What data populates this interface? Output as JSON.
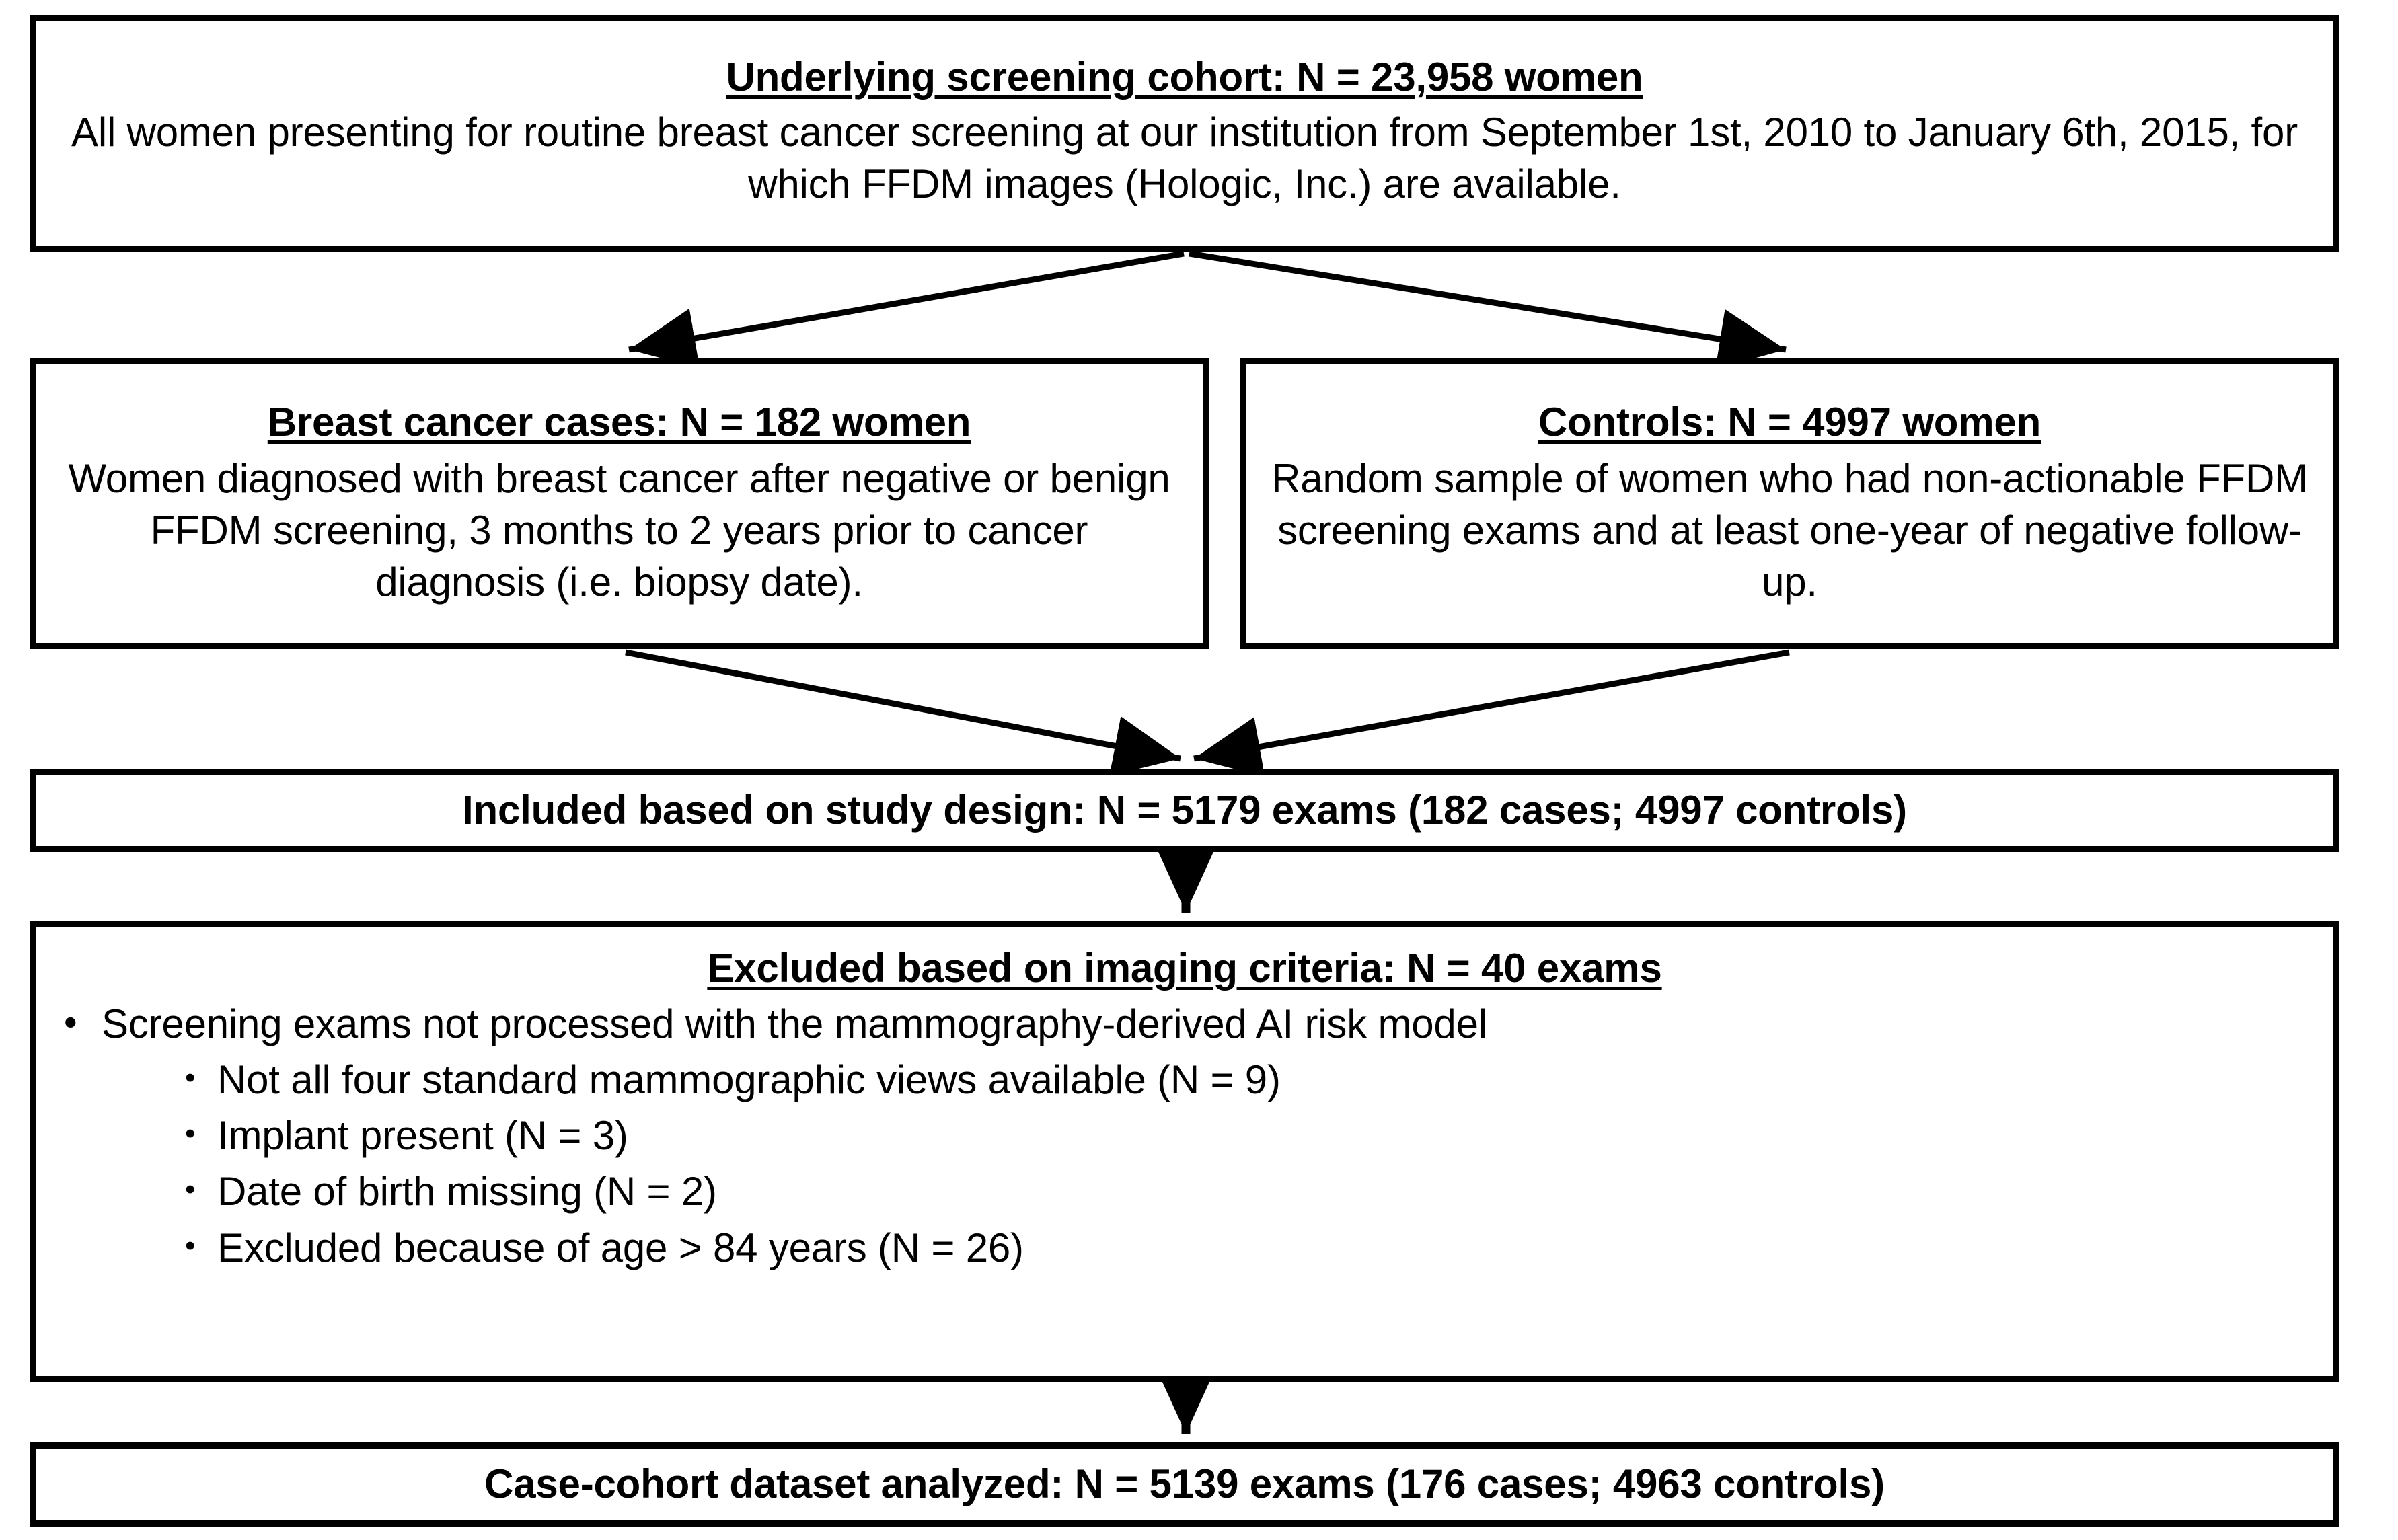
{
  "diagram": {
    "type": "flowchart",
    "orientation": "top-down",
    "nodes": [
      {
        "id": "underlying-cohort",
        "title": "Underlying screening cohort: N = 23,958 women",
        "title_underlined": true,
        "body": "All women presenting for routine breast cancer screening at our institution from September 1st, 2010 to January 6th, 2015, for which FFDM images (Hologic, Inc.) are available."
      },
      {
        "id": "breast-cancer-cases",
        "title": "Breast cancer cases: N = 182 women",
        "title_underlined": true,
        "body": "Women diagnosed with breast cancer after negative or benign FFDM screening, 3 months to 2 years prior to cancer diagnosis (i.e. biopsy date)."
      },
      {
        "id": "controls",
        "title": "Controls: N = 4997 women",
        "title_underlined": true,
        "body": "Random sample of women who had non-actionable FFDM screening exams and at least one-year of negative follow-up."
      },
      {
        "id": "included-study-design",
        "title": "Included based on study design: N = 5179 exams (182 cases; 4997 controls)",
        "title_underlined": false,
        "body": ""
      },
      {
        "id": "excluded-imaging-criteria",
        "title": "Excluded based on imaging criteria: N = 40 exams",
        "title_underlined": true,
        "bullets": [
          {
            "level": 1,
            "marker": "•",
            "text": "Screening exams not processed with the mammography-derived AI risk model"
          },
          {
            "level": 2,
            "marker": "•",
            "text": "Not all four standard mammographic views available (N = 9)"
          },
          {
            "level": 2,
            "marker": "•",
            "text": "Implant present (N = 3)"
          },
          {
            "level": 2,
            "marker": "•",
            "text": "Date of birth missing (N = 2)"
          },
          {
            "level": 2,
            "marker": "•",
            "text": "Excluded because of age > 84 years (N = 26)"
          }
        ]
      },
      {
        "id": "case-cohort-analyzed",
        "title": "Case-cohort dataset analyzed: N = 5139 exams (176 cases; 4963 controls)",
        "title_underlined": false,
        "body": ""
      }
    ],
    "edges": [
      {
        "from": "underlying-cohort",
        "to": "breast-cancer-cases",
        "style": "split-left"
      },
      {
        "from": "underlying-cohort",
        "to": "controls",
        "style": "split-right"
      },
      {
        "from": "breast-cancer-cases",
        "to": "included-study-design",
        "style": "merge-right"
      },
      {
        "from": "controls",
        "to": "included-study-design",
        "style": "merge-left"
      },
      {
        "from": "included-study-design",
        "to": "excluded-imaging-criteria",
        "style": "vertical"
      },
      {
        "from": "excluded-imaging-criteria",
        "to": "case-cohort-analyzed",
        "style": "vertical"
      }
    ],
    "colors": {
      "background": "#ffffff",
      "stroke": "#000000",
      "text": "#000000"
    },
    "counts": {
      "underlying_cohort_women": "23,958",
      "cases_women": "182",
      "controls_women": "4997",
      "included_exams": "5179",
      "excluded_exams": "40",
      "excluded_views": "9",
      "excluded_implant": "3",
      "excluded_dob": "2",
      "excluded_age": "26",
      "analyzed_exams": "5139",
      "analyzed_cases": "176",
      "analyzed_controls": "4963"
    }
  }
}
